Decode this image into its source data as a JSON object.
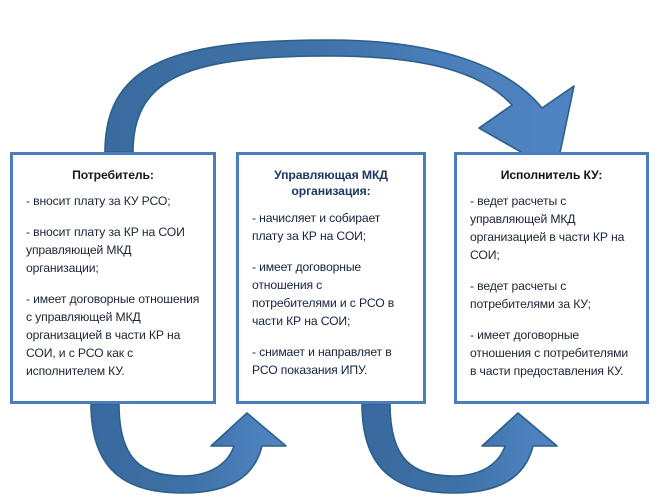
{
  "diagram": {
    "title_text_color": "#1f3864",
    "box_border_color": "#4a7ebb",
    "arrow_fill_dark": "#3c6fa5",
    "arrow_fill_light": "#4a7ebb",
    "arrow_outline_color": "#2e5f8a",
    "boxes": [
      {
        "id": "consumer",
        "title": "Потребитель:",
        "paragraphs": [
          "- вносит плату за КУ РСО;",
          "- вносит плату за КР на СОИ управляющей МКД организации;",
          "- имеет договорные отношения  с управляющей МКД организацией в части КР на СОИ, и с РСО как с исполнителем КУ."
        ]
      },
      {
        "id": "manager",
        "title": "Управляющая МКД организация:",
        "paragraphs": [
          "- начисляет и собирает плату за КР на СОИ;",
          "- имеет договорные отношения с потребителями и с РСО в части КР на СОИ;",
          "- снимает и направляет в РСО показания ИПУ."
        ]
      },
      {
        "id": "performer",
        "title": "Исполнитель КУ:",
        "paragraphs": [
          "- ведет расчеты с управляющей МКД организацией в части КР на СОИ;",
          "- ведет расчеты с потребителями за КУ;",
          "- имеет договорные отношения с потребителями в части предоставления КУ."
        ]
      }
    ],
    "arrows": [
      {
        "id": "top-arc",
        "name": "consumer-to-performer-arc",
        "direction": "right"
      },
      {
        "id": "bottom-left-arc",
        "name": "consumer-to-manager-arc",
        "direction": "up"
      },
      {
        "id": "bottom-right-arc",
        "name": "manager-to-performer-arc",
        "direction": "up"
      }
    ]
  }
}
